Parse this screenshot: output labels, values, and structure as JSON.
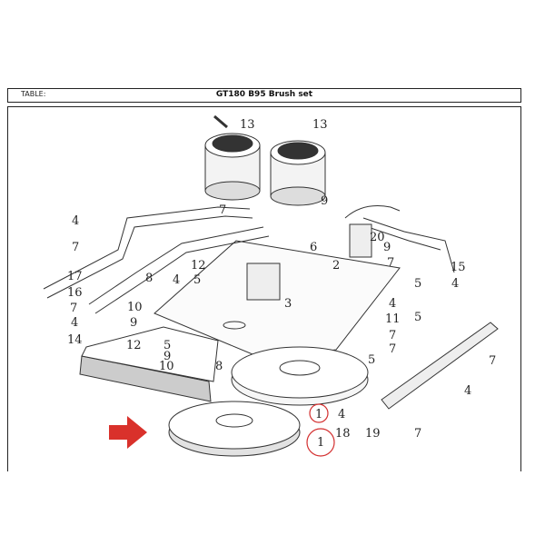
{
  "header": {
    "table_label": "TABLE:",
    "title": "GT180 B95 Brush set"
  },
  "callouts": [
    "13",
    "13",
    "9",
    "7",
    "4",
    "7",
    "20",
    "9",
    "6",
    "2",
    "7",
    "17",
    "12",
    "15",
    "16",
    "8",
    "4",
    "5",
    "5",
    "4",
    "7",
    "10",
    "3",
    "4",
    "9",
    "11",
    "4",
    "5",
    "14",
    "12",
    "7",
    "5",
    "7",
    "9",
    "10",
    "8",
    "5",
    "7",
    "4",
    "1",
    "4",
    "19",
    "7",
    "18",
    "1"
  ],
  "highlight": {
    "circled_part": "1",
    "color": "#d32f2f"
  },
  "arrow": {
    "color": "#d9312b"
  }
}
